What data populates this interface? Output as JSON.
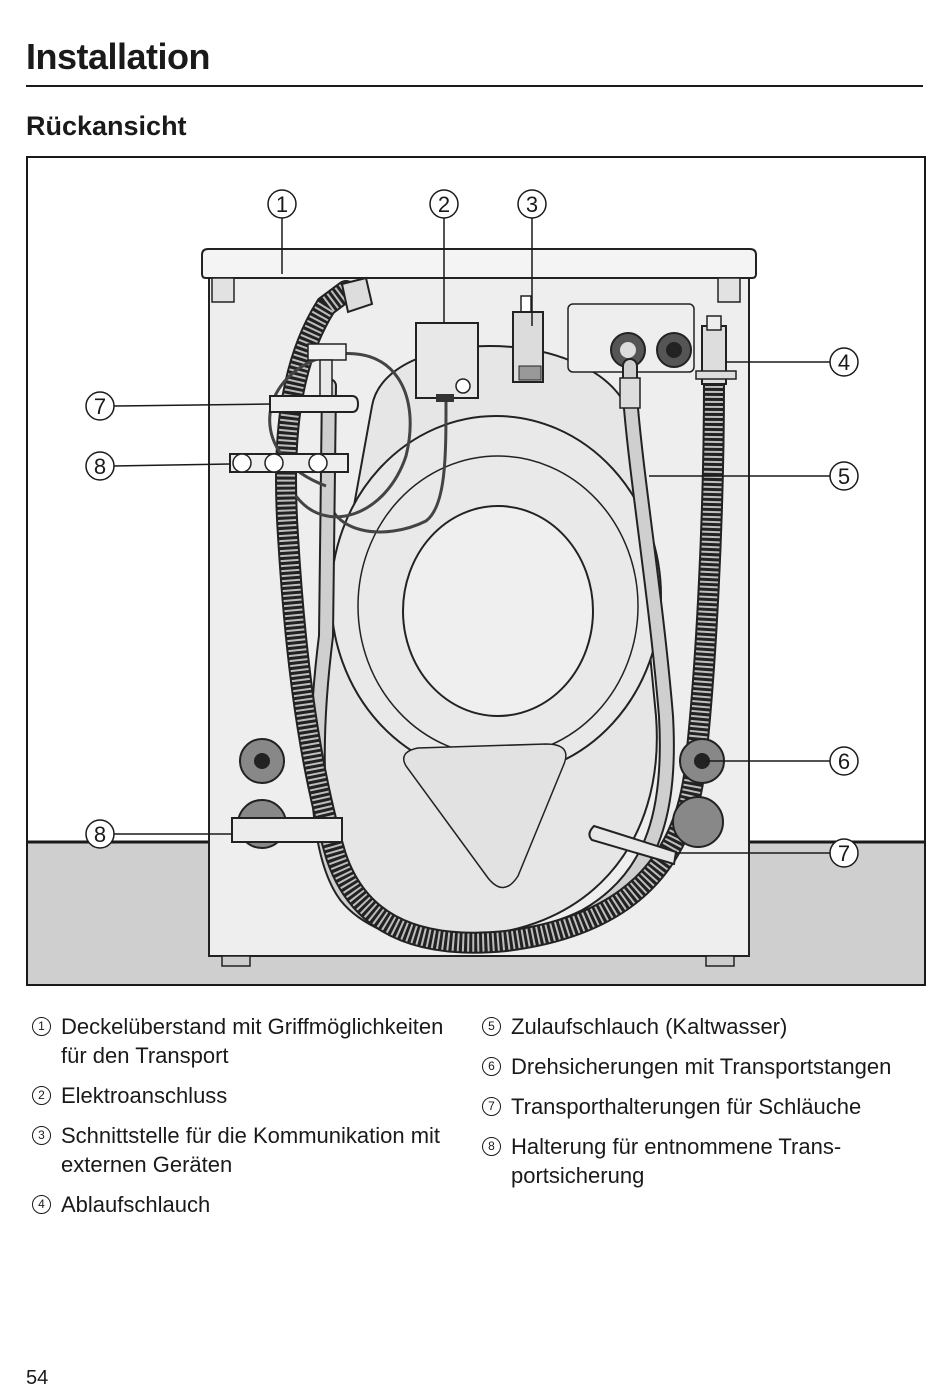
{
  "header": {
    "title": "Installation"
  },
  "section": {
    "title": "Rückansicht"
  },
  "figure": {
    "callouts": [
      {
        "num": "1"
      },
      {
        "num": "2"
      },
      {
        "num": "3"
      },
      {
        "num": "4"
      },
      {
        "num": "5"
      },
      {
        "num": "6"
      },
      {
        "num": "7"
      },
      {
        "num": "8"
      },
      {
        "num": "8"
      },
      {
        "num": "7"
      }
    ]
  },
  "legend": {
    "items": [
      {
        "num": "1",
        "text": "Deckelüberstand mit Griffmöglichkei­ten für den Transport"
      },
      {
        "num": "2",
        "text": "Elektroanschluss"
      },
      {
        "num": "3",
        "text": "Schnittstelle für die Kommunikation mit externen Geräten"
      },
      {
        "num": "4",
        "text": "Ablaufschlauch"
      },
      {
        "num": "5",
        "text": "Zulaufschlauch (Kaltwasser)"
      },
      {
        "num": "6",
        "text": "Drehsicherungen mit Transportstan­gen"
      },
      {
        "num": "7",
        "text": "Transporthalterungen für Schläuche"
      },
      {
        "num": "8",
        "text": "Halterung für entnommene Trans­portsicherung"
      }
    ]
  },
  "footer": {
    "page_number": "54"
  }
}
